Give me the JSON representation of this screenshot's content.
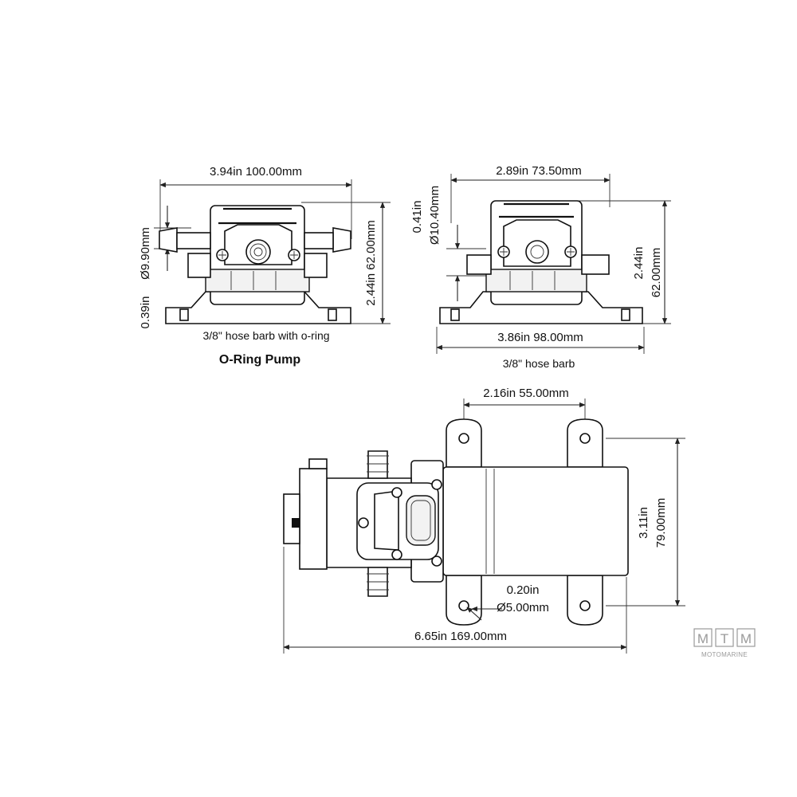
{
  "front_view": {
    "width_label": "3.94in  100.00mm",
    "port_label": "Ø9.90mm",
    "port_label_in": "0.39in",
    "height_label": "2.44in  62.00mm",
    "barb_label": "3/8\" hose barb with o-ring",
    "title": "O-Ring Pump"
  },
  "side_view": {
    "width_label": "2.89in  73.50mm",
    "port_label_in": "0.41in",
    "port_label": "Ø10.40mm",
    "height_label_in": "2.44in",
    "height_label": "62.00mm",
    "base_label": "3.86in 98.00mm",
    "barb_label": "3/8\" hose barb"
  },
  "top_view": {
    "mount_label": "2.16in  55.00mm",
    "depth_label_in": "3.11in",
    "depth_label": "79.00mm",
    "hole_label_in": "0.20in",
    "hole_label": "Ø5.00mm",
    "length_label": "6.65in  169.00mm"
  },
  "logo": {
    "letters": [
      "M",
      "T",
      "M"
    ],
    "subtitle": "MOTOMARINE"
  }
}
